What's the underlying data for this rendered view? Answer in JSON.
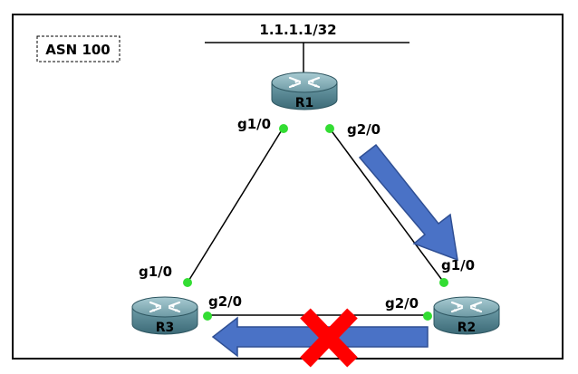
{
  "asn": {
    "label": "ASN 100"
  },
  "prefix": {
    "label": "1.1.1.1/32"
  },
  "routers": {
    "r1": {
      "name": "R1"
    },
    "r2": {
      "name": "R2"
    },
    "r3": {
      "name": "R3"
    }
  },
  "interfaces": {
    "r1_g10": "g1/0",
    "r1_g20": "g2/0",
    "r2_g10": "g1/0",
    "r2_g20": "g2/0",
    "r3_g10": "g1/0",
    "r3_g20": "g2/0"
  },
  "colors": {
    "arrow": "#4a72c6",
    "failure": "#ff0000",
    "port": "#33dd33",
    "router": "#5e8f9b"
  },
  "icons": {
    "router": "router-icon",
    "failure": "red-x-failure-icon",
    "flow": "traffic-arrow-icon"
  }
}
